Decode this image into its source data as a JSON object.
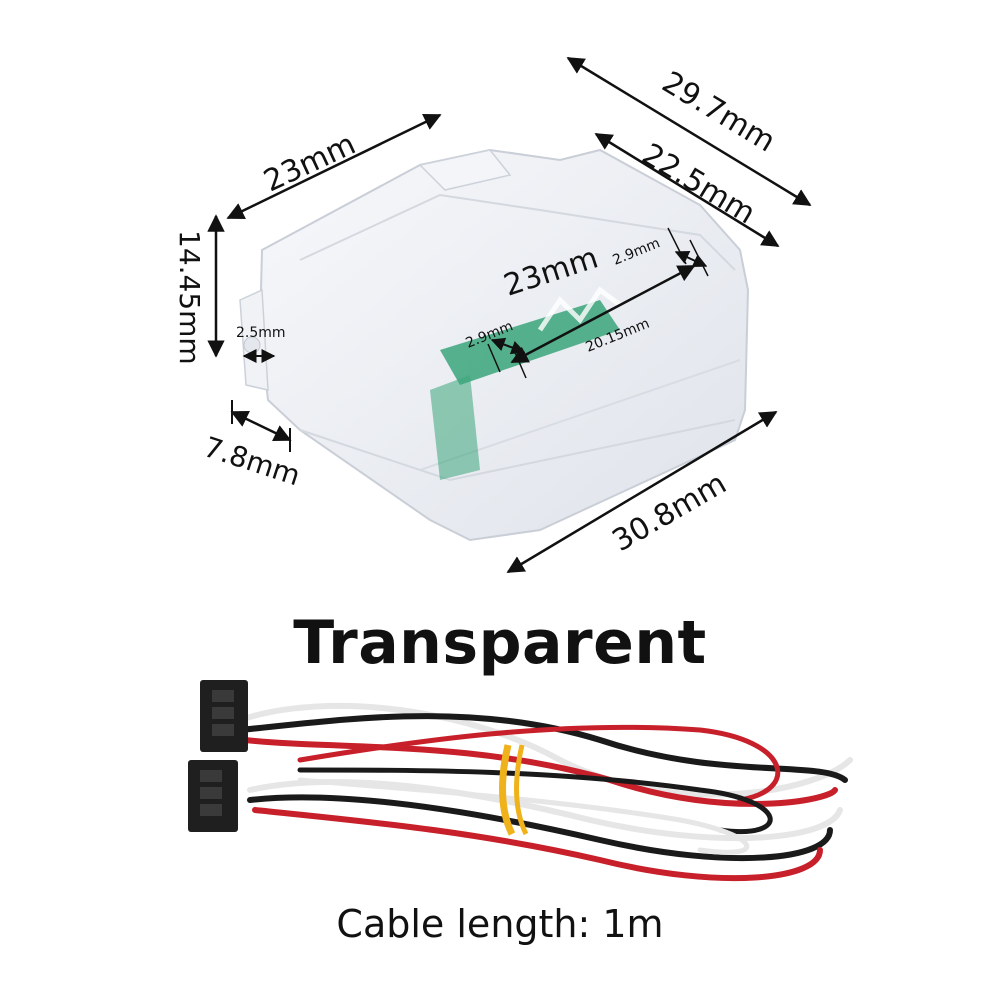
{
  "product": {
    "variant_label": "Transparent",
    "cable_caption": "Cable length: 1m"
  },
  "dimensions": {
    "top_left_width": "23mm",
    "height": "14.45mm",
    "hole": "2.5mm",
    "tab_depth": "7.8mm",
    "overall_depth": "29.7mm",
    "inner_depth": "22.5mm",
    "slot_length": "23mm",
    "slot_gap_right": "2.9mm",
    "slot_gap_left": "2.9mm",
    "slot_inner": "20.15mm",
    "front_width": "30.8mm"
  },
  "colors": {
    "housing": "#eef1f6",
    "pcb": "#3aa57a",
    "wire_red": "#c8202a",
    "wire_black": "#1a1a1a",
    "wire_white": "#e6e6e6",
    "band": "#f0b21a"
  }
}
